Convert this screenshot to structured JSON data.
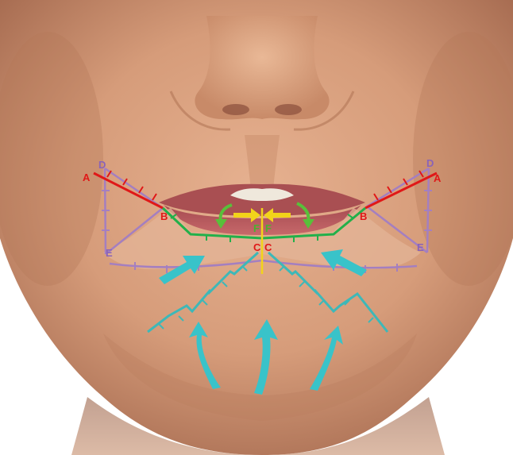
{
  "labels": {
    "a_left": "A",
    "a_right": "A",
    "b_left": "B",
    "b_right": "B",
    "c_left": "C",
    "c_right": "C",
    "d_left": "D",
    "d_right": "D",
    "e_left": "E",
    "e_right": "E",
    "f_left": "F",
    "f_right": "F"
  },
  "colors": {
    "background": "#ffffff",
    "skin": "#d9a07e",
    "skin_shadow": "#b97e5e",
    "lip_mucosa": "#b8585a",
    "teeth": "#efe8dc",
    "incision_red": "#e01818",
    "line_purple": "#a47fc0",
    "line_green": "#22b04a",
    "line_teal": "#3db8b8",
    "arrow_teal": "#39c3c9",
    "arrow_yellow": "#f2d41a",
    "arrow_green": "#59c03a",
    "label_red": "#e01818",
    "label_purple": "#8a63b8",
    "label_green": "#4bb030"
  },
  "arrows": {
    "upward_advancement": [
      "left",
      "center",
      "right"
    ],
    "medial_advancement": [
      "left",
      "right"
    ],
    "vermilion_closure": [
      "left",
      "right"
    ],
    "lip_rotation": [
      "left",
      "right"
    ]
  }
}
